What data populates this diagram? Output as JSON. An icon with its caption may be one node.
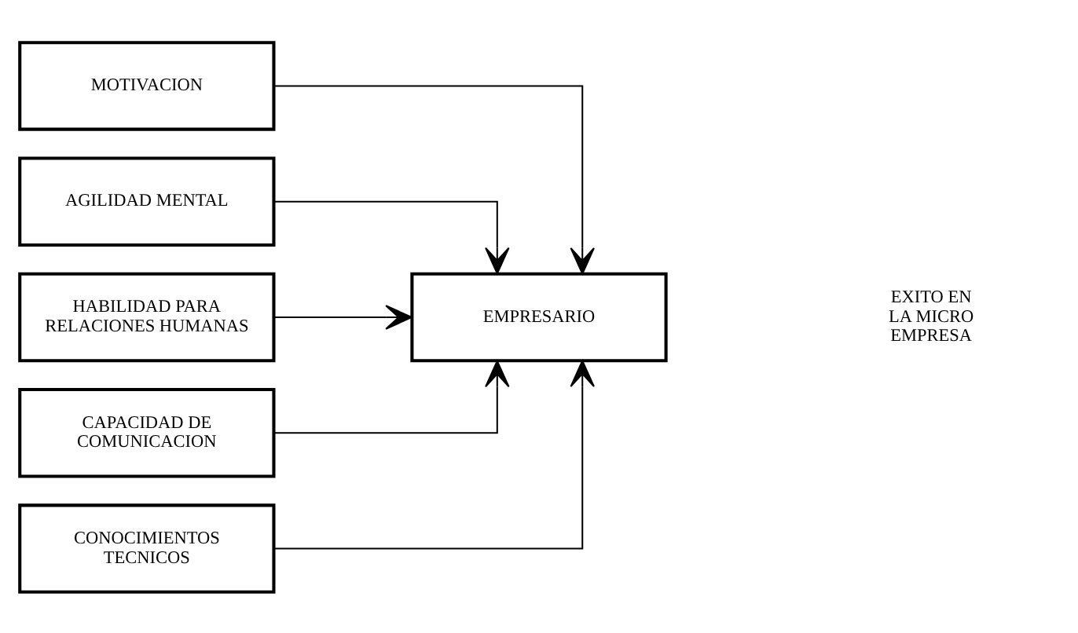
{
  "diagram": {
    "nodes": [
      {
        "text": [
          "MOTIVACION"
        ]
      },
      {
        "text": [
          "AGILIDAD MENTAL"
        ]
      },
      {
        "text": [
          "HABILIDAD PARA RELACIONES HUMANAS"
        ]
      },
      {
        "text": [
          "CAPACIDAD DE COMUNICACION"
        ]
      },
      {
        "text": [
          "CONOCIMIENTOS TECNICOS"
        ]
      },
      {
        "text": [
          "EMPRESARIO"
        ]
      }
    ],
    "edges": [
      {
        "from": 0,
        "to": 5,
        "arrow": "to"
      },
      {
        "from": 1,
        "to": 5,
        "arrow": "to"
      },
      {
        "from": 2,
        "to": 5,
        "arrow": "to"
      },
      {
        "from": 3,
        "to": 5,
        "arrow": "to"
      },
      {
        "from": 4,
        "to": 5,
        "arrow": "to"
      }
    ],
    "labels": [
      "EXITO EN LA MICRO EMPRESA"
    ]
  }
}
